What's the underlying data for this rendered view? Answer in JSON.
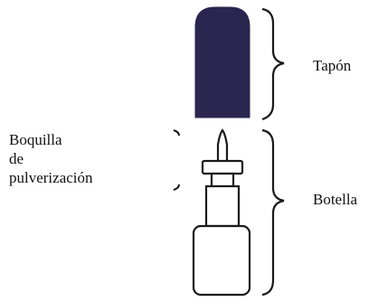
{
  "labels": {
    "cap": "Tapón",
    "bottle": "Botella",
    "nozzle_lines": [
      "Boquilla",
      "de",
      "pulverización"
    ]
  },
  "colors": {
    "cap_fill": "#2a2650",
    "outline": "#1a1a1a",
    "brace": "#1a1a1a",
    "text": "#111111"
  }
}
